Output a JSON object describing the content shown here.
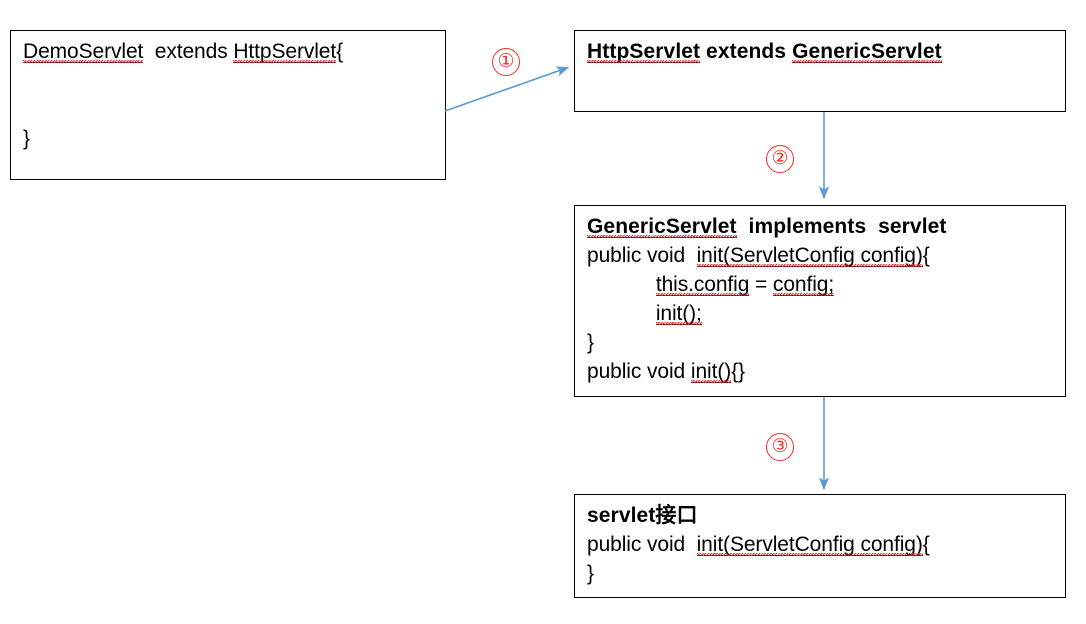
{
  "diagram": {
    "title": "Servlet inheritance chain diagram",
    "accent_arrow_color": "#5b9bd5",
    "marker_color": "#ff2a2a",
    "box_border_color": "#000000",
    "spellcheck_underline_color": "#ee2222"
  },
  "boxes": [
    {
      "id": "demo-servlet",
      "lines": [
        {
          "segments": [
            {
              "text": "DemoServlet",
              "squiggle": true,
              "underline": true,
              "bold": false
            },
            {
              "text": "  extends ",
              "squiggle": false,
              "underline": false,
              "bold": false
            },
            {
              "text": "HttpServlet",
              "squiggle": true,
              "underline": true,
              "bold": false
            },
            {
              "text": "{",
              "squiggle": false,
              "underline": false,
              "bold": false
            }
          ]
        },
        {
          "segments": [
            {
              "text": " ",
              "squiggle": false,
              "underline": false,
              "bold": false
            }
          ]
        },
        {
          "segments": [
            {
              "text": " ",
              "squiggle": false,
              "underline": false,
              "bold": false
            }
          ]
        },
        {
          "segments": [
            {
              "text": "}",
              "squiggle": false,
              "underline": false,
              "bold": false
            }
          ]
        }
      ]
    },
    {
      "id": "http-servlet",
      "lines": [
        {
          "segments": [
            {
              "text": "HttpServlet",
              "squiggle": true,
              "underline": true,
              "bold": true
            },
            {
              "text": " extends ",
              "squiggle": false,
              "underline": false,
              "bold": true
            },
            {
              "text": "GenericServlet",
              "squiggle": true,
              "underline": true,
              "bold": true
            }
          ]
        },
        {
          "segments": [
            {
              "text": " ",
              "squiggle": false,
              "underline": false,
              "bold": false
            }
          ]
        }
      ]
    },
    {
      "id": "generic-servlet",
      "lines": [
        {
          "segments": [
            {
              "text": "GenericServlet",
              "squiggle": true,
              "underline": true,
              "bold": true
            },
            {
              "text": "  implements  servlet",
              "squiggle": false,
              "underline": false,
              "bold": true
            }
          ]
        },
        {
          "segments": [
            {
              "text": "public void  ",
              "squiggle": false,
              "underline": false,
              "bold": false
            },
            {
              "text": "init(ServletConfig config)",
              "squiggle": true,
              "underline": true,
              "bold": false
            },
            {
              "text": "{",
              "squiggle": false,
              "underline": false,
              "bold": false
            }
          ]
        },
        {
          "segments": [
            {
              "text": "            ",
              "squiggle": false,
              "underline": false,
              "bold": false
            },
            {
              "text": "this.config",
              "squiggle": true,
              "underline": true,
              "bold": false
            },
            {
              "text": " = ",
              "squiggle": false,
              "underline": false,
              "bold": false
            },
            {
              "text": "config;",
              "squiggle": true,
              "underline": true,
              "bold": false
            }
          ]
        },
        {
          "segments": [
            {
              "text": "            ",
              "squiggle": false,
              "underline": false,
              "bold": false
            },
            {
              "text": "init();",
              "squiggle": true,
              "underline": true,
              "bold": false
            }
          ]
        },
        {
          "segments": [
            {
              "text": "}",
              "squiggle": false,
              "underline": false,
              "bold": false
            }
          ]
        },
        {
          "segments": [
            {
              "text": "public void ",
              "squiggle": false,
              "underline": false,
              "bold": false
            },
            {
              "text": "init()",
              "squiggle": true,
              "underline": true,
              "bold": false
            },
            {
              "text": "{}",
              "squiggle": false,
              "underline": false,
              "bold": false
            }
          ]
        }
      ]
    },
    {
      "id": "servlet-interface",
      "lines": [
        {
          "segments": [
            {
              "text": "servlet接口",
              "squiggle": false,
              "underline": false,
              "bold": true
            }
          ]
        },
        {
          "segments": [
            {
              "text": "public void  ",
              "squiggle": false,
              "underline": false,
              "bold": false
            },
            {
              "text": "init(ServletConfig config)",
              "squiggle": true,
              "underline": true,
              "bold": false
            },
            {
              "text": "{",
              "squiggle": false,
              "underline": false,
              "bold": false
            }
          ]
        },
        {
          "segments": [
            {
              "text": "}",
              "squiggle": false,
              "underline": false,
              "bold": false
            }
          ]
        }
      ]
    }
  ],
  "markers": [
    {
      "id": "marker-1",
      "label": "①",
      "number": "1"
    },
    {
      "id": "marker-2",
      "label": "②",
      "number": "2"
    },
    {
      "id": "marker-3",
      "label": "③",
      "number": "3"
    }
  ],
  "arrows": [
    {
      "id": "arrow-demo-to-http",
      "from": "demo-servlet",
      "to": "http-servlet",
      "direction": "diagonal-up-right"
    },
    {
      "id": "arrow-http-to-generic",
      "from": "http-servlet",
      "to": "generic-servlet",
      "direction": "down"
    },
    {
      "id": "arrow-generic-to-interface",
      "from": "generic-servlet",
      "to": "servlet-interface",
      "direction": "down"
    }
  ]
}
